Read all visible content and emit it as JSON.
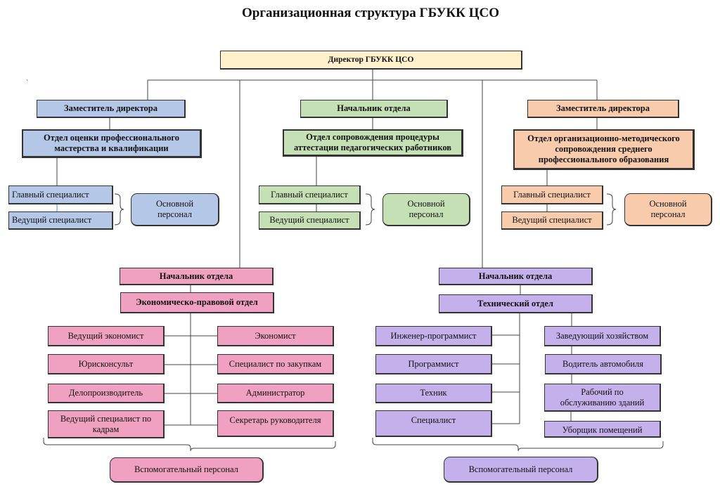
{
  "title": "Организационная структура ГБУКК ЦСО",
  "director": "Директор ГБУКК ЦСО",
  "colors": {
    "director": "#fff1cc",
    "blue": "#b4c7e7",
    "green": "#c5e0b4",
    "orange": "#f8cbad",
    "pink": "#f0a0c0",
    "purple": "#c4b1ec"
  },
  "branches": {
    "blue": {
      "head": "Заместитель директора",
      "department": "Отдел оценки профессионального мастерства и квалификации",
      "staff": [
        "Главный специалист",
        "Ведущий специалист"
      ],
      "group_label": "Основной персонал"
    },
    "green": {
      "head": "Начальник отдела",
      "department": "Отдел сопровождения процедуры аттестации педагогических работников",
      "staff": [
        "Главный специалист",
        "Ведущий специалист"
      ],
      "group_label": "Основной персонал"
    },
    "orange": {
      "head": "Заместитель директора",
      "department": "Отдел организационно-методического сопровождения среднего профессионального образования",
      "staff": [
        "Главный специалист",
        "Ведущий специалист"
      ],
      "group_label": "Основной персонал"
    },
    "pink": {
      "head": "Начальник отдела",
      "department": "Экономическо-правовой отдел",
      "left_staff": [
        "Ведущий экономист",
        "Юрисконсульт",
        "Делопроизводитель",
        "Ведущий специалист по кадрам"
      ],
      "right_staff": [
        "Экономист",
        "Специалист по закупкам",
        "Администратор",
        "Секретарь руководителя"
      ],
      "group_label": "Вспомогательный персонал"
    },
    "purple": {
      "head": "Начальник отдела",
      "department": "Технический отдел",
      "left_staff": [
        "Инженер-программист",
        "Программист",
        "Техник",
        "Специалист"
      ],
      "right_staff": [
        "Заведующий хозяйством",
        "Водитель автомобиля",
        "Рабочий по обслуживанию зданий",
        "Уборщик помещений"
      ],
      "group_label": "Вспомогательный персонал"
    }
  }
}
